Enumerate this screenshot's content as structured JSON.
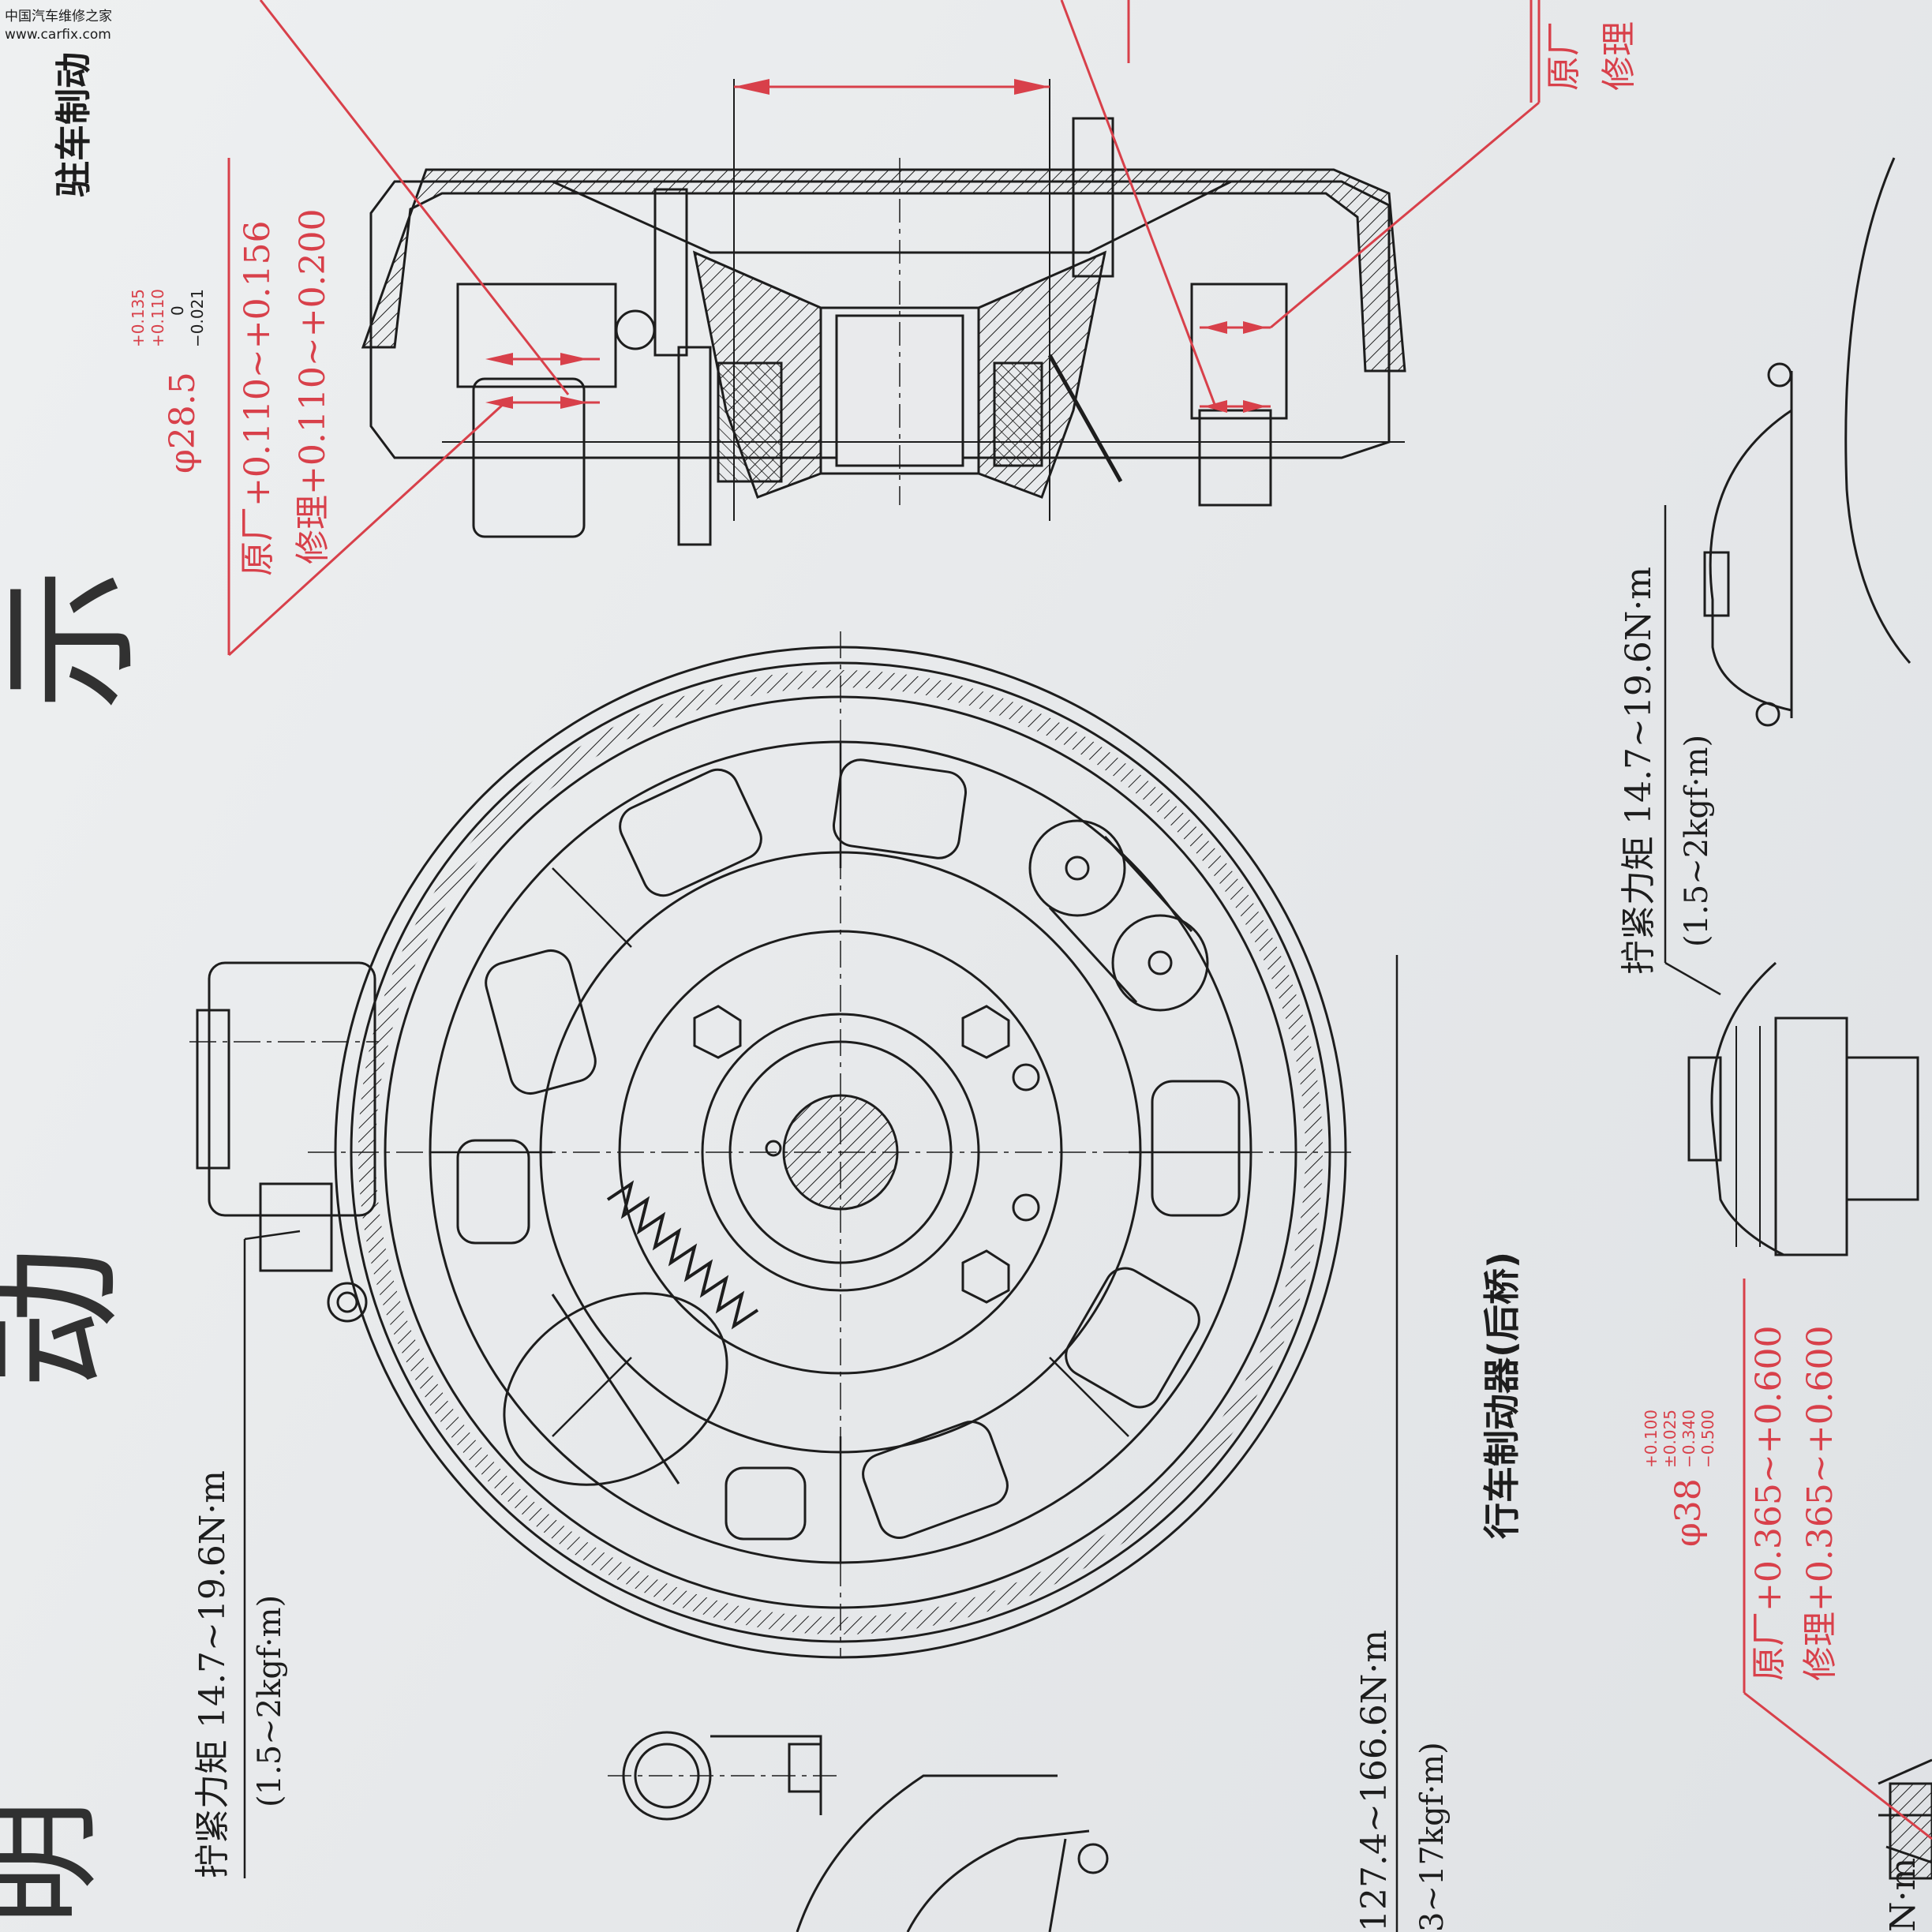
{
  "watermark": {
    "line1": "中国汽车维修之家",
    "line2": "www.carfix.com"
  },
  "headings": {
    "parking_brake_title": "驻车制动",
    "big_char_left": "明",
    "big_char_mid": "动",
    "big_char_top": "示"
  },
  "service_brake": {
    "caption": "行车制动器(后桥)"
  },
  "torque_left": {
    "line1": "拧紧力矩 14.7~19.6N·m",
    "line2": "(1.5~2kgf·m)"
  },
  "torque_lower": {
    "line1": "127.4~166.6N·m",
    "line2": "3~17kgf·m)"
  },
  "torque_bottom_fragment": "N·m",
  "torque_right": {
    "line1": "拧紧力矩 14.7~19.6N·m",
    "line2": "(1.5~2kgf·m)"
  },
  "fit_top": {
    "dia": "φ28.5",
    "tol_a1": "+0.135",
    "tol_a2": "+0.110",
    "tol_b1": "0",
    "tol_b2": "−0.021",
    "factory": "原厂+0.110~+0.156",
    "repair": "修理+0.110~+0.200"
  },
  "fit_bottom": {
    "dia": "φ38",
    "tol_a1": "+0.100",
    "tol_a2": "±0.025",
    "tol_b1": "−0.340",
    "tol_b2": "−0.500",
    "factory": "原厂+0.365~+0.600",
    "repair": "修理+0.365~+0.600"
  },
  "fit_topright": {
    "factory": "原厂",
    "repair": "修理"
  },
  "colors": {
    "ink": "#1d1d1d",
    "annotation_red": "#d8404a",
    "paper": "#e9eaec"
  }
}
